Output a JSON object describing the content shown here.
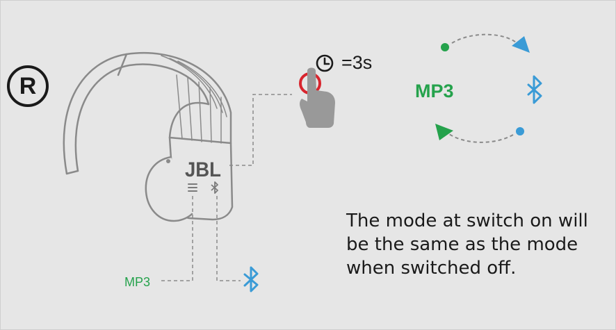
{
  "side_marker": "R",
  "brand_logo": "JBL",
  "press_duration": "=3s",
  "modes": {
    "primary_label": "MP3",
    "secondary": "bluetooth-icon"
  },
  "mp3_label": "MP3",
  "note": {
    "line1": "The mode at switch on will",
    "line2": "be the same as the mode",
    "line3": "when switched off."
  },
  "colors": {
    "mp3_green": "#25a24c",
    "bluetooth_blue": "#3a9bd6",
    "press_red": "#d8252e",
    "outline_gray": "#8a8a8a"
  }
}
